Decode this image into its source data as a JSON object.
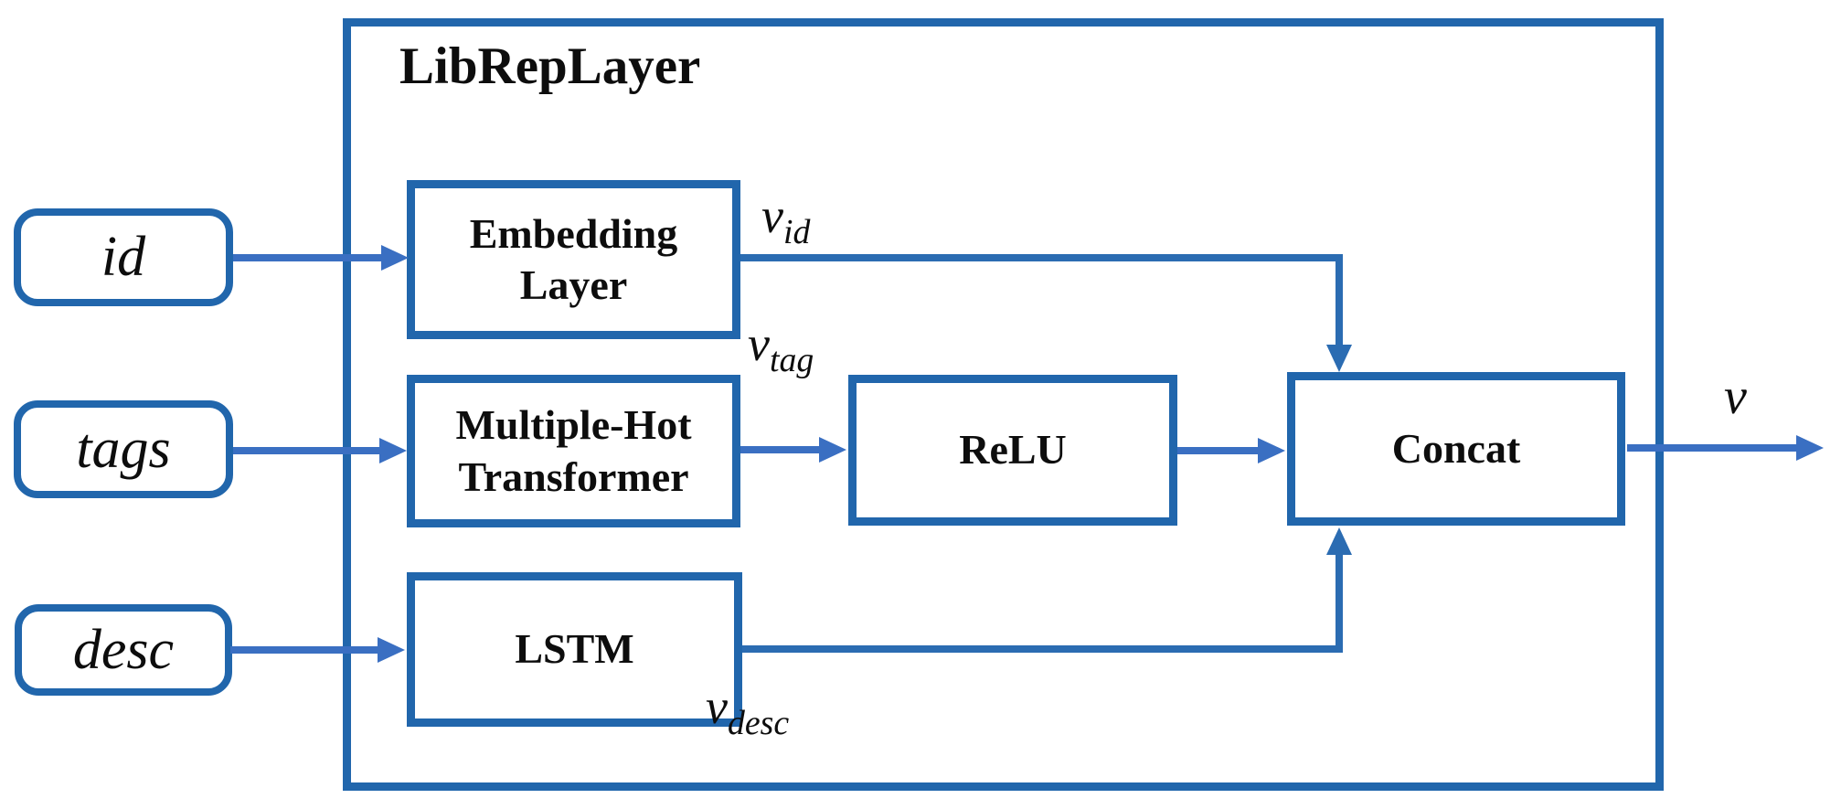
{
  "colors": {
    "box_border": "#2166ac",
    "arrow": "#3a6fc2",
    "connector": "#2b6cb2",
    "text": "#0d0d0d",
    "background": "#ffffff"
  },
  "container": {
    "title": "LibRepLayer"
  },
  "inputs": [
    {
      "label": "id"
    },
    {
      "label": "tags"
    },
    {
      "label": "desc"
    }
  ],
  "blocks": [
    {
      "label": "Embedding Layer"
    },
    {
      "label": "Multiple-Hot Transformer"
    },
    {
      "label": "ReLU"
    },
    {
      "label": "LSTM"
    },
    {
      "label": "Concat"
    }
  ],
  "signals": {
    "v_id": {
      "base": "v",
      "sub": "id"
    },
    "v_tag": {
      "base": "v",
      "sub": "tag"
    },
    "v_desc": {
      "base": "v",
      "sub": "desc"
    },
    "v_out": {
      "base": "v",
      "sub": ""
    }
  }
}
